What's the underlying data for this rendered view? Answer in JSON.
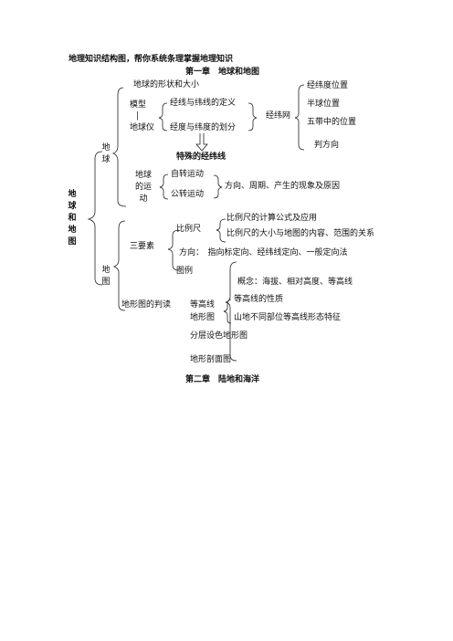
{
  "header": "地理知识结构图，帮你系统条理掌握地理知识",
  "chapter1": "第一章　地球和地图",
  "chapter2": "第二章　陆地和海洋",
  "root": "地球和地图",
  "earth": {
    "label": "地球",
    "shape": "地球的形状和大小",
    "model_row1": "模型",
    "model_sep": "|",
    "model_row2": "地球仪",
    "lonlat_def": "经线与纬线的定义",
    "lonlat_div": "经度与纬度的划分",
    "grid": "经纬网",
    "grid_items": [
      "经纬度位置",
      "半球位置",
      "五带中的位置",
      "判方向"
    ],
    "special": "特殊的经纬线",
    "motion": "地球的运动",
    "rotation": "自转运动",
    "revolution": "公转运动",
    "motion_desc": "方向、周期、产生的现象及原因"
  },
  "map": {
    "label": "地图",
    "three": "三要素",
    "scale": "比例尺",
    "scale_items": [
      "比例尺的计算公式及应用",
      "比例尺的大小与地图的内容、范围的关系"
    ],
    "direction": "方向：　指向标定向、经纬线定向、一般定向法",
    "legend": "图例",
    "reading": "地形图的判读",
    "concept": "概念：海拔、相对高度、等高线",
    "contour_map_1": "等高线",
    "contour_map_2": "地形图",
    "contour_items": [
      "等高线的性质",
      "山地不同部位等高线形态特征"
    ],
    "layered": "分层设色地形图",
    "profile": "地形剖面图"
  }
}
